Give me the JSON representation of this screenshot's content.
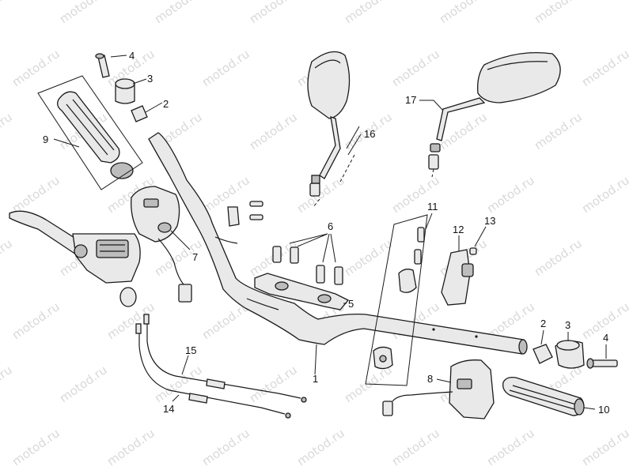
{
  "watermark": "motod.ru",
  "callouts": [
    {
      "id": "c1",
      "text": "1"
    },
    {
      "id": "c2a",
      "text": "2"
    },
    {
      "id": "c2b",
      "text": "2"
    },
    {
      "id": "c3a",
      "text": "3"
    },
    {
      "id": "c3b",
      "text": "3"
    },
    {
      "id": "c4a",
      "text": "4"
    },
    {
      "id": "c4b",
      "text": "4"
    },
    {
      "id": "c5",
      "text": "5"
    },
    {
      "id": "c6",
      "text": "6"
    },
    {
      "id": "c7",
      "text": "7"
    },
    {
      "id": "c8",
      "text": "8"
    },
    {
      "id": "c9",
      "text": "9"
    },
    {
      "id": "c10",
      "text": "10"
    },
    {
      "id": "c11",
      "text": "11"
    },
    {
      "id": "c12",
      "text": "12"
    },
    {
      "id": "c13",
      "text": "13"
    },
    {
      "id": "c14",
      "text": "14"
    },
    {
      "id": "c15",
      "text": "15"
    },
    {
      "id": "c16",
      "text": "16"
    },
    {
      "id": "c17",
      "text": "17"
    }
  ]
}
